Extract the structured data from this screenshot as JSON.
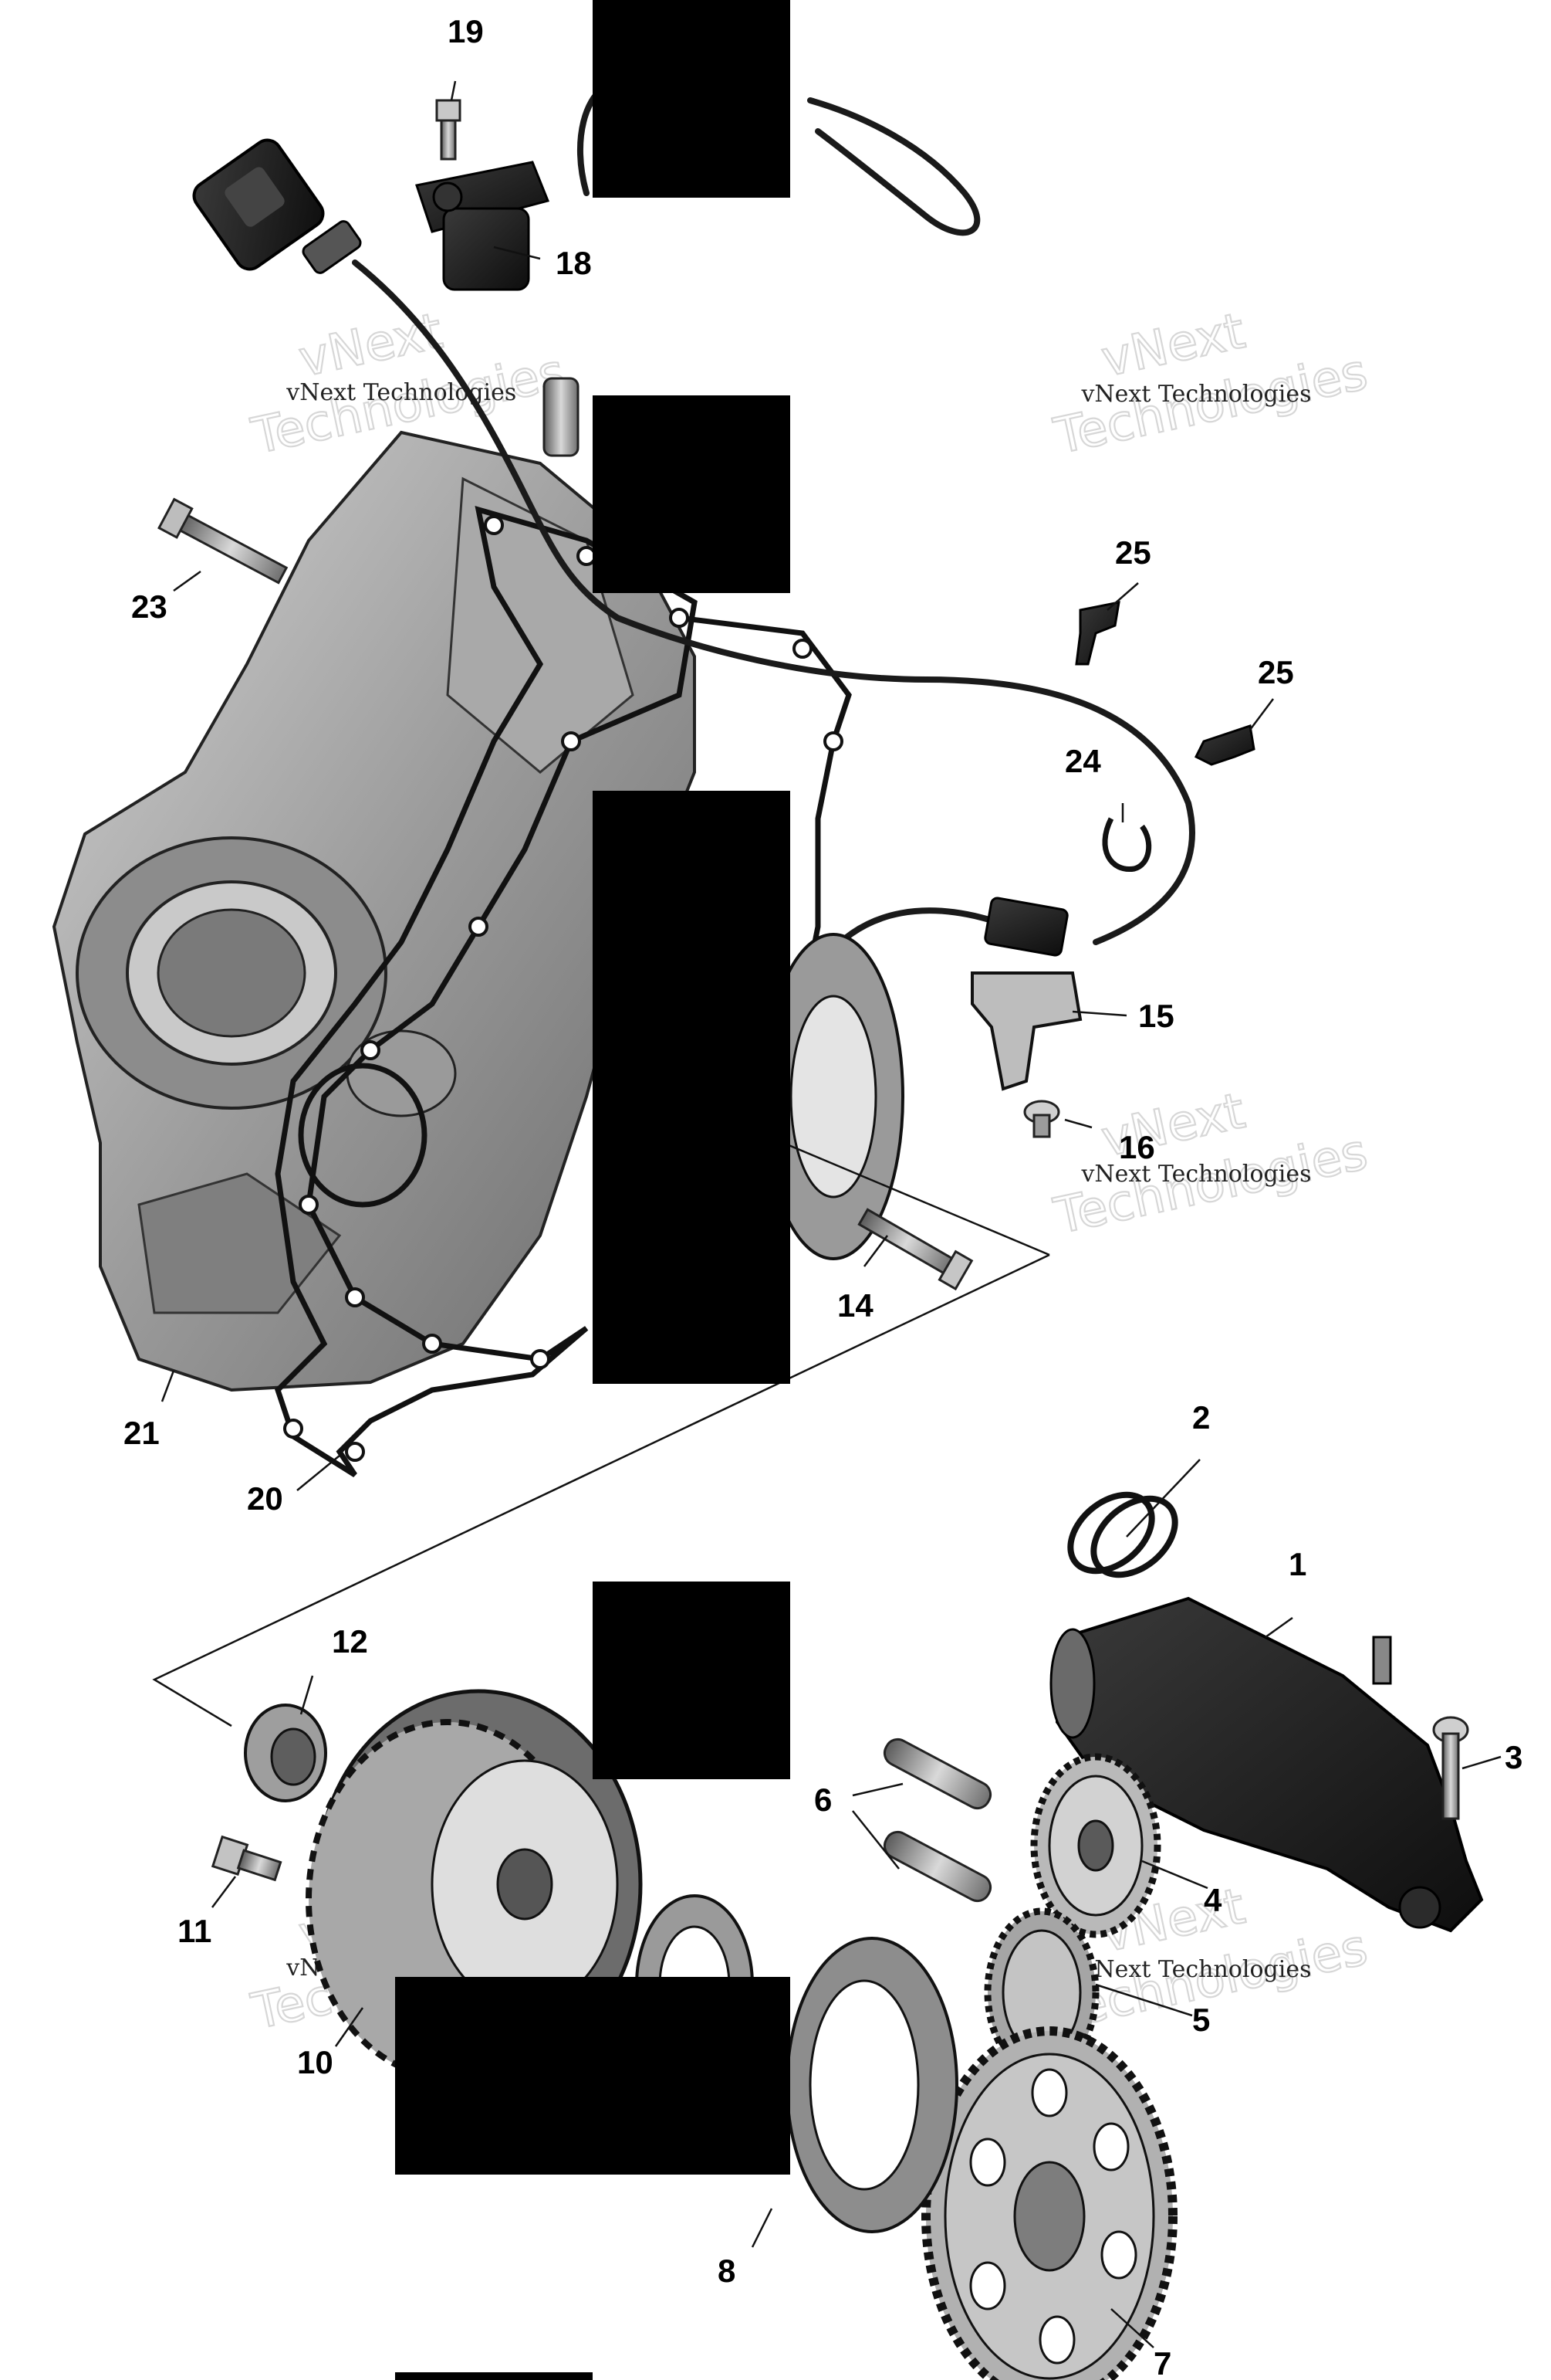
{
  "watermark": {
    "line1": "vNext",
    "line2": "Technologies",
    "small": "vNext Technologies"
  },
  "callouts": [
    "1",
    "2",
    "3",
    "4",
    "5",
    "6",
    "7",
    "8",
    "10",
    "11",
    "12",
    "14",
    "15",
    "16",
    "18",
    "19",
    "20",
    "21",
    "23",
    "24",
    "25"
  ],
  "colors": {
    "part_dark": "#1b1b1b",
    "part_mid": "#8a8a8a",
    "part_light": "#c4c4c4",
    "redaction": "#000000"
  }
}
